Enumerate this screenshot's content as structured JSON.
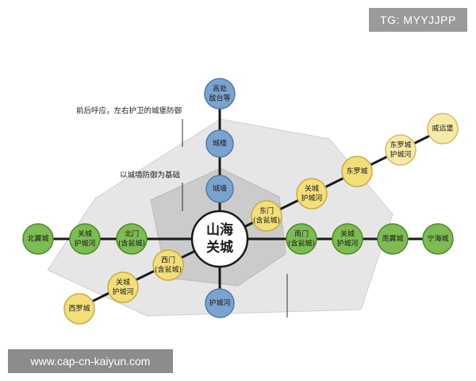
{
  "watermark_top": "TG: MYYJJPP",
  "watermark_bottom": "www.cap-cn-kaiyun.com",
  "annotations": {
    "top": "前后呼应，左右护卫的城堡防御",
    "middle": "以城墙防御为基础"
  },
  "center": {
    "line1": "山海",
    "line2": "关城"
  },
  "colors": {
    "blue": "#7aa3cf",
    "blue_stroke": "#4f7aa8",
    "green": "#7cbc52",
    "green_stroke": "#4f8a2c",
    "yellow": "#f2de7a",
    "yellow_stroke": "#c9ad3c",
    "lightyellow": "#f6eaa8",
    "lightyellow_stroke": "#d0bd62",
    "outer_poly": "#e6e6e6",
    "inner_poly": "#c9c9c9"
  },
  "nodes": {
    "north_top": [
      "高处",
      "敌台等"
    ],
    "north_mid": [
      "城楼"
    ],
    "north_low": [
      "城墙"
    ],
    "south": [
      "护城河"
    ],
    "west_far": [
      "北翼城"
    ],
    "west_mid": [
      "关城",
      "护城河"
    ],
    "west_near": [
      "北门",
      "(含瓮城)"
    ],
    "east_near": [
      "南门",
      "(含瓮城)"
    ],
    "east_mid": [
      "关城",
      "护城河"
    ],
    "east_far1": [
      "南翼城"
    ],
    "east_far2": [
      "宁海城"
    ],
    "ne_near": [
      "东门",
      "(含瓮城)"
    ],
    "ne_mid": [
      "关城",
      "护城河"
    ],
    "ne_far1": [
      "东罗城"
    ],
    "ne_far2": [
      "东罗城",
      "护城河"
    ],
    "ne_far3": [
      "威远堡"
    ],
    "sw_near": [
      "西门",
      "(含瓮城)"
    ],
    "sw_mid": [
      "关城",
      "护城河"
    ],
    "sw_far": [
      "西罗城"
    ]
  }
}
